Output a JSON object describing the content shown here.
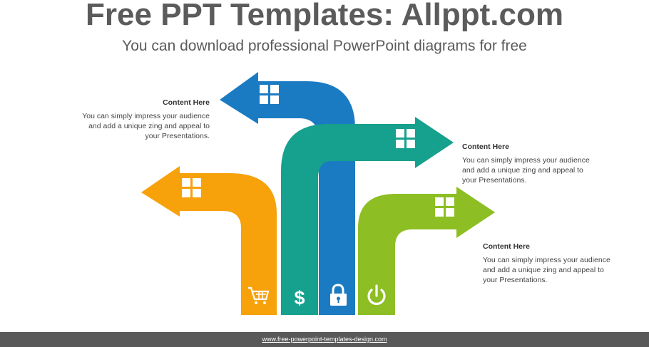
{
  "header": {
    "title": "Free PPT Templates: Allppt.com",
    "subtitle": "You can download professional PowerPoint diagrams for free"
  },
  "arrows": [
    {
      "id": "orange",
      "direction": "left",
      "color": "#F7A10B",
      "bottom_icon": "cart-icon",
      "head_icon": "window-icon"
    },
    {
      "id": "teal",
      "direction": "right",
      "color": "#16A08E",
      "bottom_icon": "dollar-icon",
      "head_icon": "window-icon"
    },
    {
      "id": "blue",
      "direction": "left",
      "color": "#1B7BC2",
      "bottom_icon": "lock-icon",
      "head_icon": "window-icon"
    },
    {
      "id": "green",
      "direction": "right",
      "color": "#8DBE23",
      "bottom_icon": "power-icon",
      "head_icon": "window-icon"
    }
  ],
  "blocks": [
    {
      "heading": "Content  Here",
      "line1": "You can simply impress your audience",
      "line2": "and add a unique zing and appeal to",
      "line3": "your Presentations."
    },
    {
      "heading": "Content  Here",
      "line1": "You can simply impress your audience",
      "line2": "and add a unique zing and appeal to",
      "line3": "your Presentations."
    },
    {
      "heading": "Content  Here",
      "line1": "You can simply impress your audience",
      "line2": "and add a unique zing and appeal to",
      "line3": "your Presentations."
    }
  ],
  "footer": {
    "url": "www.free-powerpoint-templates-design.com"
  }
}
